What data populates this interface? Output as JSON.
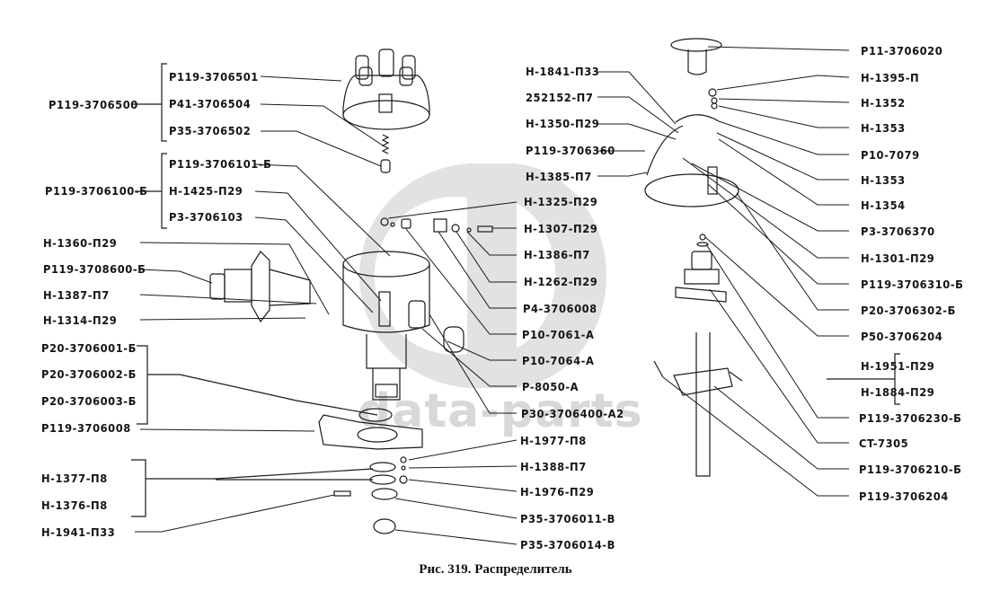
{
  "figure": {
    "caption": "Рис. 319. Распределитель",
    "watermark": "data-parts"
  },
  "groups": {
    "cap_assembly": "P119-3706500",
    "body_assembly": "P119-3706100-Б"
  },
  "labels_left": [
    "P119-3706501",
    "P41-3706504",
    "P35-3706502",
    "P119-3706101-Б",
    "H-1425-П29",
    "P3-3706103",
    "H-1360-П29",
    "P119-3708600-Б",
    "H-1387-П7",
    "H-1314-П29",
    "P20-3706001-Б",
    "P20-3706002-Б",
    "P20-3706003-Б",
    "P119-3706008",
    "H-1377-П8",
    "H-1376-П8",
    "H-1941-П33"
  ],
  "labels_center": [
    "H-1841-П33",
    "252152-П7",
    "H-1350-П29",
    "P119-3706360",
    "H-1385-П7",
    "H-1325-П29",
    "H-1307-П29",
    "H-1386-П7",
    "H-1262-П29",
    "P4-3706008",
    "P10-7061-A",
    "P10-7064-A",
    "P-8050-A",
    "P30-3706400-A2",
    "H-1977-П8",
    "H-1388-П7",
    "H-1976-П29",
    "P35-3706011-B",
    "P35-3706014-B"
  ],
  "labels_right": [
    "P11-3706020",
    "H-1395-П",
    "H-1352",
    "H-1353",
    "P10-7079",
    "H-1353",
    "H-1354",
    "P3-3706370",
    "H-1301-П29",
    "P119-3706310-Б",
    "P20-3706302-Б",
    "P50-3706204",
    "H-1951-П29",
    "H-1884-П29",
    "P119-3706230-Б",
    "CT-7305",
    "P119-3706210-Б",
    "P119-3706204"
  ]
}
